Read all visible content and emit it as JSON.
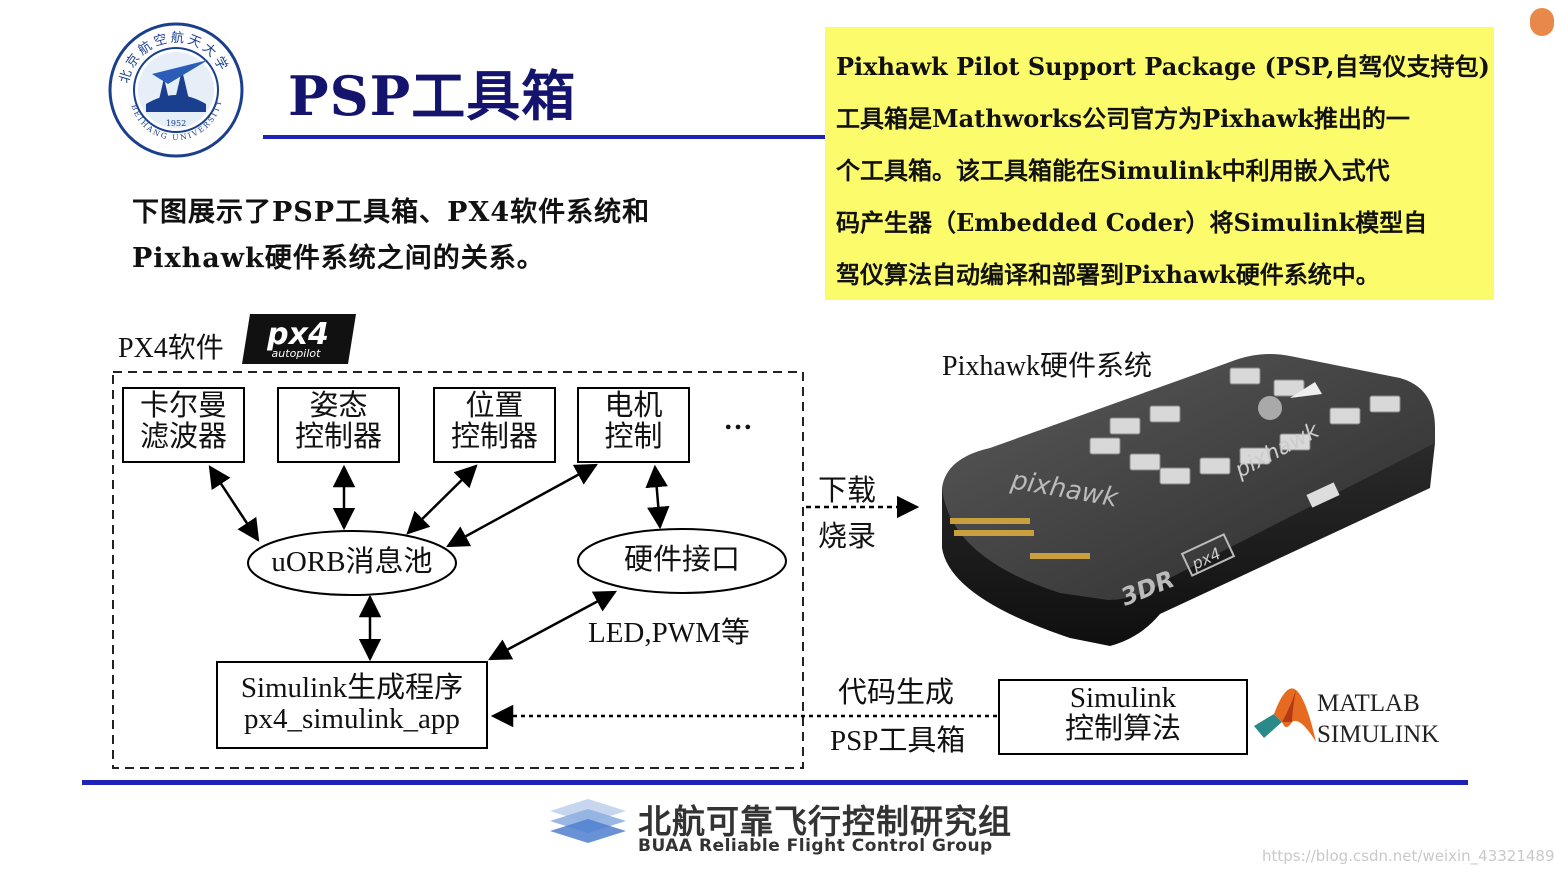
{
  "title": "PSP工具箱",
  "university_logo": {
    "name_cn": "北京航空航天大学",
    "name_en": "BEIHANG UNIVERSITY",
    "year": "1952"
  },
  "intro": {
    "line1": "下图展示了PSP工具箱、PX4软件系统和",
    "line2": "Pixhawk硬件系统之间的关系。"
  },
  "description": {
    "lines": [
      "Pixhawk Pilot Support Package (PSP,自驾仪支持包)",
      "工具箱是Mathworks公司官方为Pixhawk推出的一",
      "个工具箱。该工具箱能在Simulink中利用嵌入式代",
      "码产生器（Embedded Coder）将Simulink模型自",
      "驾仪算法自动编译和部署到Pixhawk硬件系统中。"
    ],
    "background_color": "#fbfb6b"
  },
  "diagram": {
    "px4_label": "PX4软件",
    "px4_logo": {
      "main": "px4",
      "sub": "autopilot"
    },
    "modules": [
      {
        "line1": "卡尔曼",
        "line2": "滤波器"
      },
      {
        "line1": "姿态",
        "line2": "控制器"
      },
      {
        "line1": "位置",
        "line2": "控制器"
      },
      {
        "line1": "电机",
        "line2": "控制"
      }
    ],
    "ellipsis": "…",
    "uorb": "uORB消息池",
    "hw_interface": "硬件接口",
    "led_pwm": "LED,PWM等",
    "simulink_app": {
      "line1": "Simulink生成程序",
      "line2": "px4_simulink_app"
    },
    "download_label": {
      "line1": "下载",
      "line2": "烧录"
    },
    "codegen_label": "代码生成",
    "psp_label": "PSP工具箱",
    "simulink_alg": {
      "line1": "Simulink",
      "line2": "控制算法"
    },
    "pixhawk_label": "Pixhawk硬件系统",
    "pixhawk_board": {
      "brand": "pixhawk",
      "maker": "3DR",
      "badge": "px4"
    }
  },
  "matlab_logo": {
    "line1": "MATLAB",
    "line2": "SIMULINK"
  },
  "footer": {
    "group_cn": "北航可靠飞行控制研究组",
    "group_en": "BUAA  Reliable Flight Control Group"
  },
  "watermark": "https://blog.csdn.net/weixin_43321489",
  "colors": {
    "title": "#14146e",
    "rule": "#1f22b8",
    "highlight": "#fbfb6b"
  }
}
